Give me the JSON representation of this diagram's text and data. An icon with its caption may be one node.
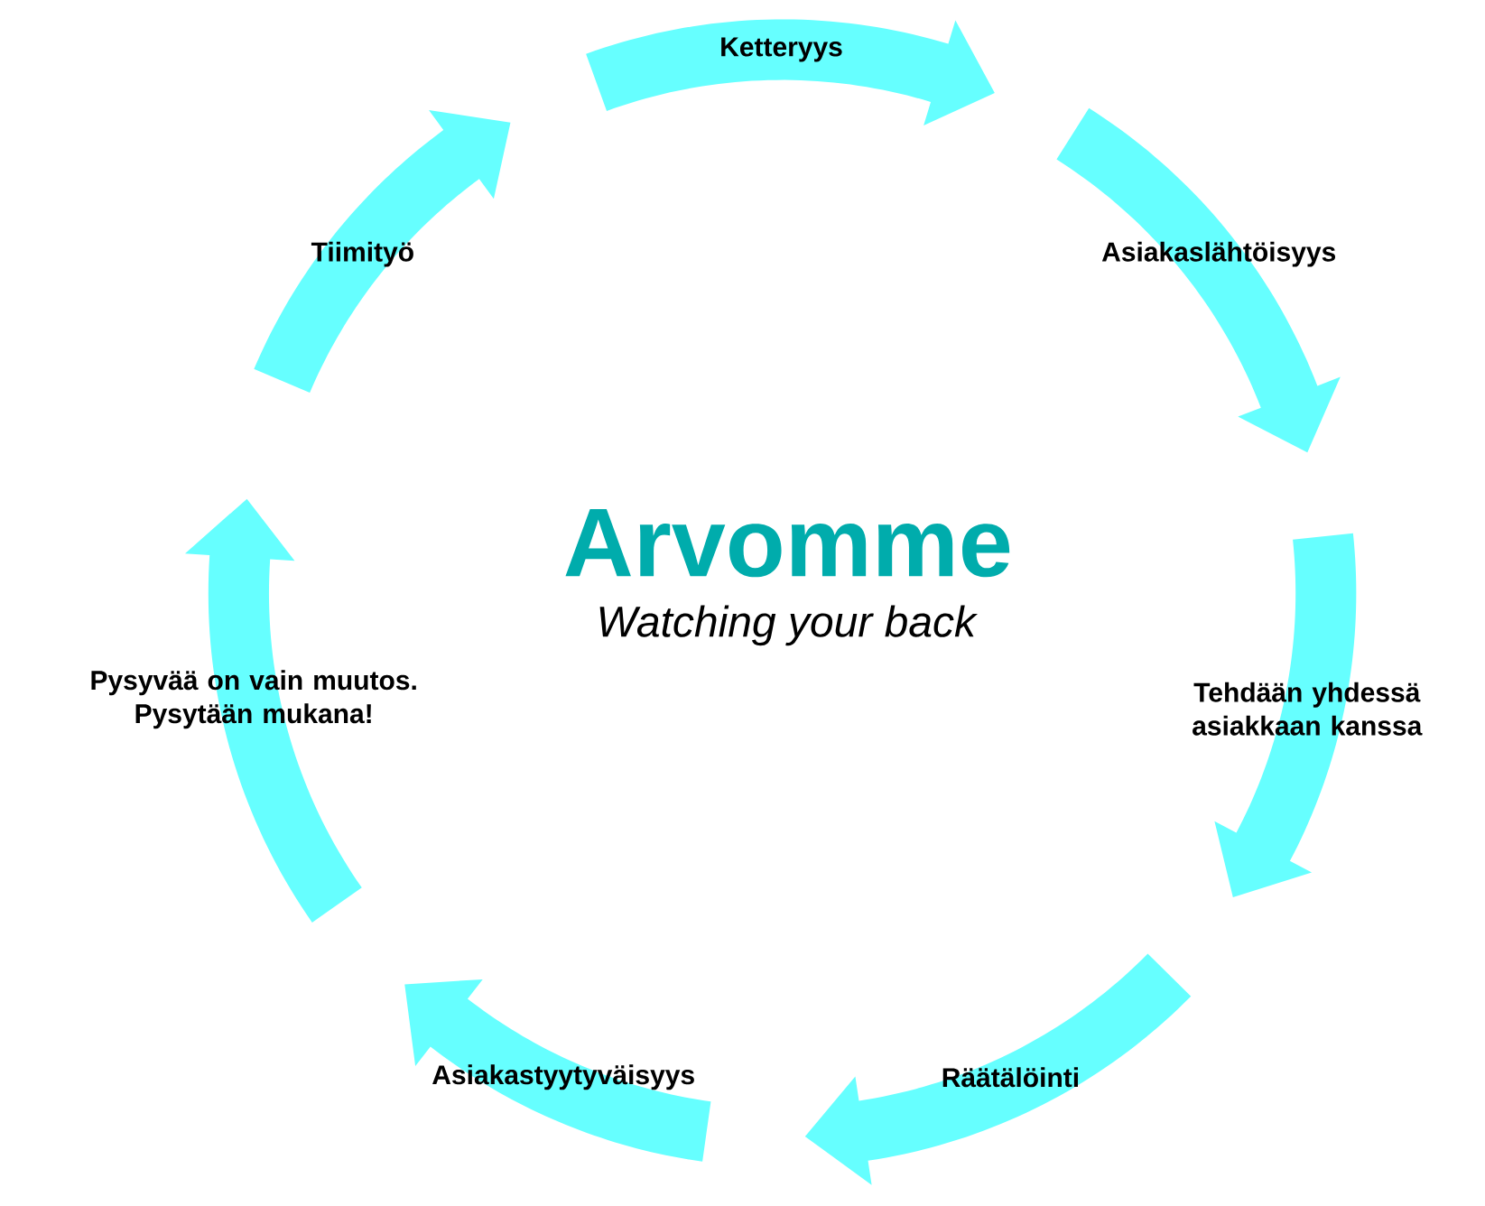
{
  "diagram": {
    "title": "Arvomme",
    "nodes": [
      {
        "text": [
          "Ketteryys"
        ]
      },
      {
        "text": [
          "Asiakaslähtöisyys"
        ]
      },
      {
        "text": [
          "Tehdään yhdessä asiakkaan kanssa"
        ]
      },
      {
        "text": [
          "Räätälöinti"
        ]
      },
      {
        "text": [
          "Asiakastyytyväisyys"
        ]
      },
      {
        "text": [
          "Pysyvää on vain muutos. Pysytään mukana!"
        ]
      },
      {
        "text": [
          "Tiimityö"
        ]
      }
    ],
    "labels": [
      "Watching your back"
    ]
  }
}
